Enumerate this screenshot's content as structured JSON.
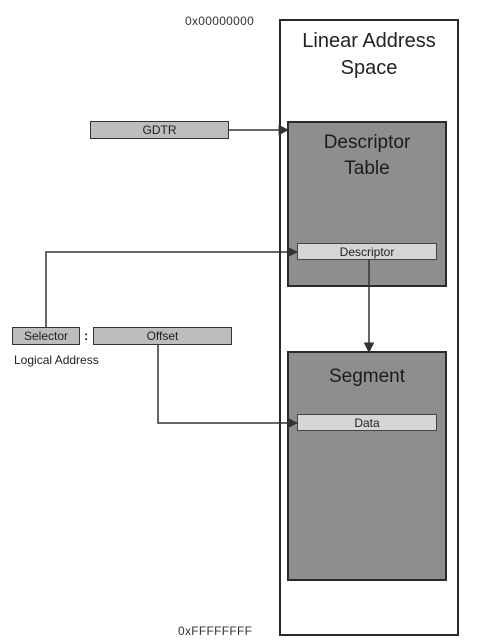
{
  "addresses": {
    "top": "0x00000000",
    "bottom": "0xFFFFFFFF"
  },
  "linear_space": {
    "title_line1": "Linear Address",
    "title_line2": "Space"
  },
  "descriptor_table": {
    "title_line1": "Descriptor",
    "title_line2": "Table",
    "entry": "Descriptor"
  },
  "segment": {
    "title": "Segment",
    "entry": "Data"
  },
  "gdtr": "GDTR",
  "logical_address": {
    "selector": "Selector",
    "separator": ":",
    "offset": "Offset",
    "caption": "Logical Address"
  },
  "colors": {
    "region_fill": "#8e8e8e",
    "bar_fill": "#bdbdbd",
    "line": "#333333"
  }
}
